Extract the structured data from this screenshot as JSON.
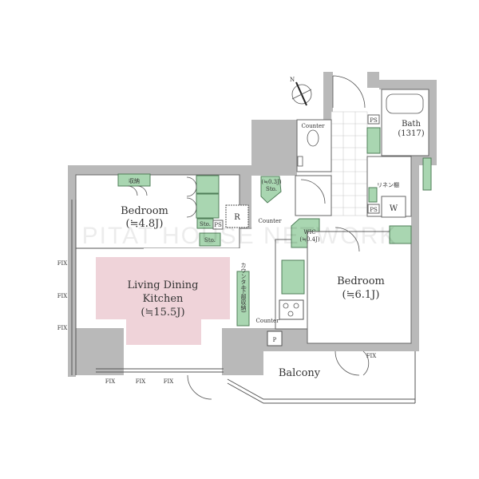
{
  "compass": {
    "north_label": "N"
  },
  "watermark": "PITAT HOUSE NETWORK",
  "rooms": {
    "bedroom1": {
      "name": "Bedroom",
      "size": "(≒4.8J)",
      "closet": "収納",
      "sto1": "Sto.",
      "sto2": "Sto.",
      "ps": "PS"
    },
    "refrigerator": "R",
    "storage_small": {
      "size": "(≒0.3J)",
      "name": "Sto."
    },
    "counter_hall": "Counter",
    "toilet_counter": "Counter",
    "wic": {
      "name": "WIC",
      "size": "(≒0.4J)"
    },
    "bath": {
      "name": "Bath",
      "size": "(1317)"
    },
    "ps_top": "PS",
    "ps_wash": "PS",
    "linen": "リネン棚",
    "washer": "W",
    "ldk": {
      "line1": "Living Dining",
      "line2": "Kitchen",
      "size": "(≒15.5J)"
    },
    "kitchen_counter": {
      "name": "カウンター",
      "note": "(下部収納)"
    },
    "counter_kitchen": "Counter",
    "pipe": "P",
    "bedroom2": {
      "name": "Bedroom",
      "size": "(≒6.1J)"
    },
    "balcony": "Balcony"
  },
  "fix_labels": [
    "FIX",
    "FIX",
    "FIX",
    "FIX",
    "FIX",
    "FIX",
    "FIX"
  ]
}
